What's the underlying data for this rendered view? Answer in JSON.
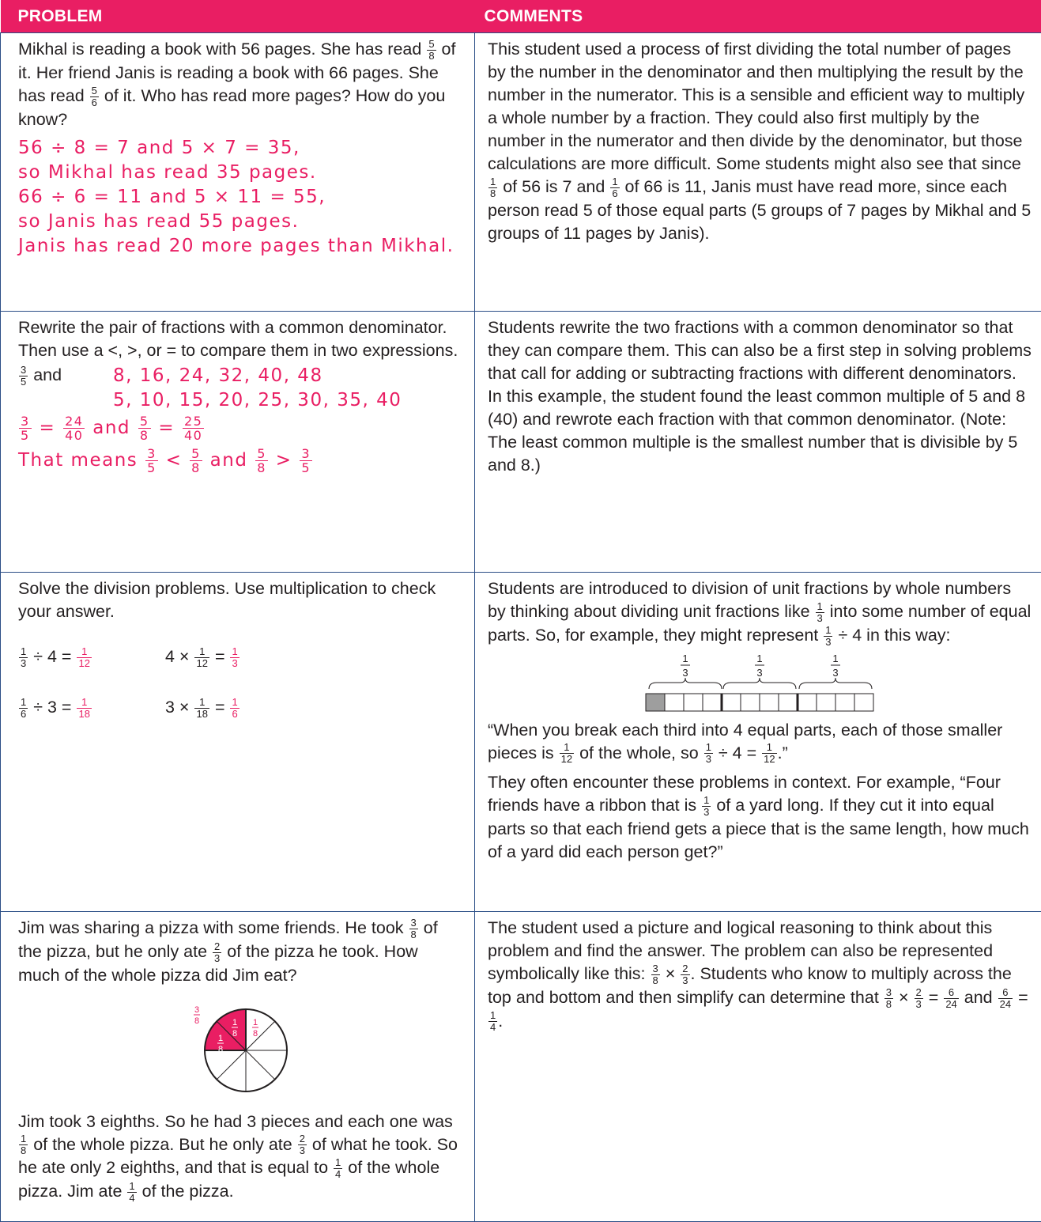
{
  "headers": {
    "problem": "PROBLEM",
    "comments": "COMMENTS"
  },
  "colors": {
    "accent": "#e91e63",
    "border": "#2b4e86",
    "text": "#231f20"
  },
  "row1": {
    "p1": "Mikhal is reading a book with 56 pages. She has read",
    "p2": "of it. Her friend Janis is reading a book with 66 pages. She has read",
    "p3": "of it. Who has read more pages? How do you know?",
    "hw1": "56 ÷ 8 = 7 and 5 × 7 = 35,",
    "hw2": "so Mikhal has read 35 pages.",
    "hw3": "66 ÷ 6 = 11 and 5 × 11 = 55,",
    "hw4": "so Janis has read 55 pages.",
    "hw5": "Janis has read 20 more pages than Mikhal.",
    "c1": "This student used a process of first dividing the total number of pages by the number in the denominator and then multiplying the result by the number in the numerator. This is a sensible and efficient way to multiply a whole number by a fraction. They could also first multiply by the number in the numerator and then divide by the denominator, but those calculations are more difficult. Some students might also see that since",
    "c2": "of 56 is 7 and",
    "c3": "of 66 is 11, Janis must have read more, since each person read 5 of those equal parts (5 groups of 7 pages by Mikhal and 5 groups of 11 pages by Janis)."
  },
  "row2": {
    "p1": "Rewrite the pair of fractions with a common denominator. Then use a <, >, or = to compare them in two expressions.",
    "and": "and",
    "mult8": "8, 16, 24, 32, 40, 48",
    "mult5": "5, 10, 15, 20, 25, 30, 35, 40",
    "and2": "and",
    "that_means": "That means",
    "lt": "<",
    "and3": "and",
    "gt": ">",
    "c1": "Students rewrite the two fractions with a common denominator so that they can compare them. This can also be a first step in solving problems that call for adding or subtracting fractions with different denominators. In this example, the student found the least common multiple of 5 and 8 (40) and rewrote each fraction with that common denominator. (Note: The least common multiple is the smallest number that is divisible by 5 and 8.)"
  },
  "row3": {
    "p1": "Solve the division problems. Use multiplication to check your answer.",
    "div4": "÷ 4 =",
    "mul4": "4 ×",
    "div3": "÷ 3 =",
    "mul3": "3 ×",
    "eq": "=",
    "c1": "Students are introduced to division of unit fractions by whole numbers by thinking about dividing unit fractions like",
    "c2": "into some number of equal parts. So, for example, they might represent",
    "c3": "÷ 4 in this way:",
    "q1": "“When you break each third into 4 equal parts, each of those smaller pieces is",
    "q2": "of the whole, so",
    "q3": "÷ 4 =",
    "q4": ".”",
    "c4": "They often encounter these problems in context. For example, “Four friends have a ribbon that is",
    "c5": "of a yard long. If they cut it into equal parts so that each friend gets a piece that is the same length, how much of a yard did each person get?”"
  },
  "row4": {
    "p1": "Jim was sharing a pizza with some friends. He took",
    "p2": "of the pizza, but he only ate",
    "p3": "of the pizza he took. How much of the whole pizza did Jim eat?",
    "a1": "Jim took 3 eighths. So he had 3 pieces and each one was",
    "a2": "of the whole pizza. But he only ate",
    "a3": "of what he took. So he ate only 2 eighths, and that is equal to",
    "a4": "of the whole pizza. Jim ate",
    "a5": "of the pizza.",
    "c1": "The student used a picture and logical reasoning to think about this problem and find the answer. The problem can also be represented symbolically like this:",
    "c2": ". Students who know to multiply across the top and bottom and then simplify can determine that",
    "c3": "and",
    "c4": "."
  },
  "fractions": {
    "one": "1",
    "two": "2",
    "three": "3",
    "four": "4",
    "five": "5",
    "six": "6",
    "eight": "8",
    "twelve": "12",
    "eighteen": "18",
    "twentyfour": "24",
    "twentyfive": "25",
    "forty": "40"
  },
  "symbols": {
    "times": "×",
    "equals": "="
  }
}
